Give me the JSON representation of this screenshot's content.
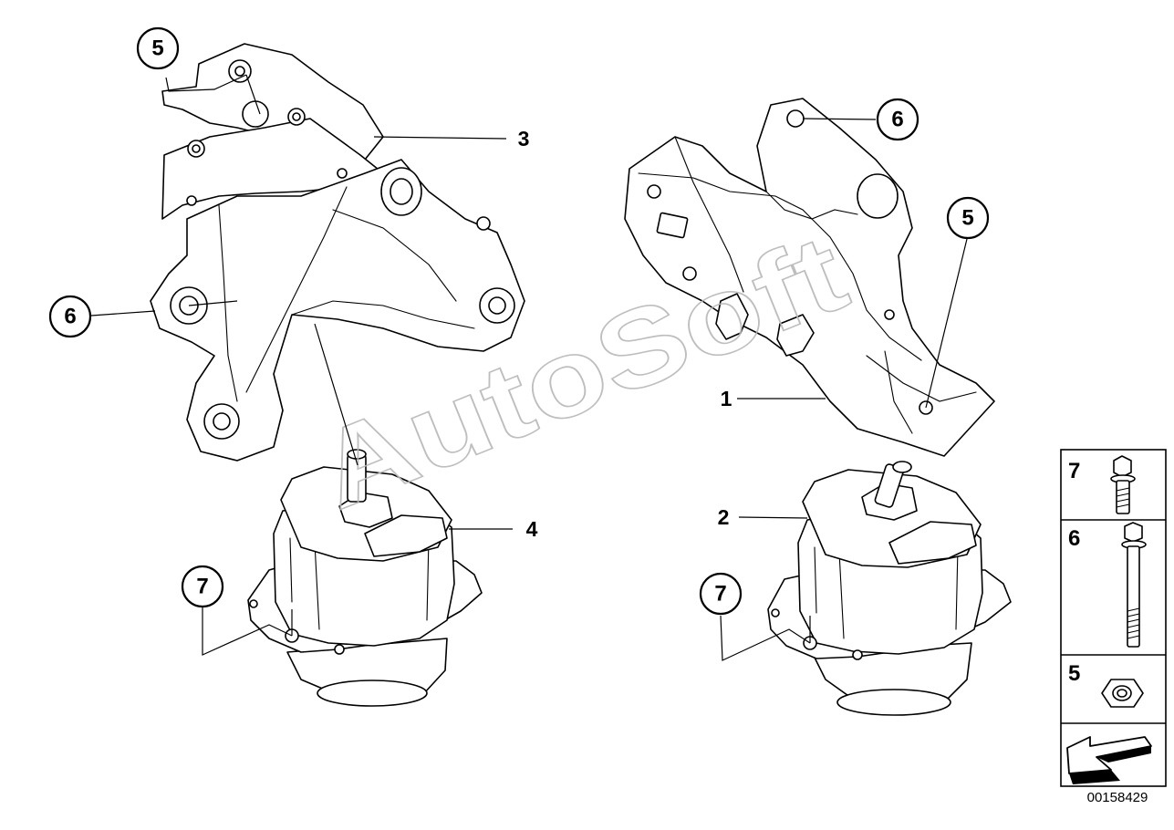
{
  "watermark": "AutoSoft",
  "diagram_number": "00158429",
  "callouts": {
    "bracket_left_5": "5",
    "bracket_left_6": "6",
    "bracket_right_6": "6",
    "bracket_right_5": "5",
    "mount_left_7": "7",
    "mount_right_7": "7"
  },
  "part_labels": {
    "part_3": "3",
    "part_1": "1",
    "part_4": "4",
    "part_2": "2"
  },
  "legend": {
    "items": [
      {
        "label": "7",
        "part": "bolt-with-flange"
      },
      {
        "label": "6",
        "part": "long-bolt"
      },
      {
        "label": "5",
        "part": "hex-nut"
      }
    ],
    "nav_icon": "arrow-icon"
  }
}
